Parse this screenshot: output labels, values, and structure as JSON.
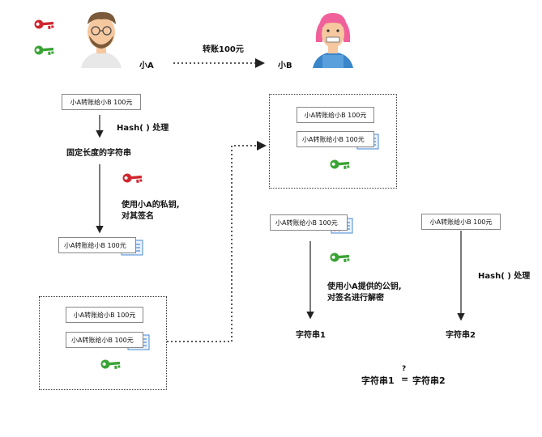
{
  "top": {
    "transfer_label": "转账100元",
    "person_a_label": "小A",
    "person_b_label": "小B"
  },
  "message": "小A转账给小B 100元",
  "signed_message": "小A转账给小B 100元",
  "left_flow": {
    "hash_label": "Hash( ) 处理",
    "fixed_string_label": "固定长度的字符串",
    "sign_line1": "使用小A的私钥,",
    "sign_line2": "对其签名"
  },
  "middle_flow": {
    "decrypt_line1": "使用小A提供的公钥,",
    "decrypt_line2": "对签名进行解密",
    "result_label": "字符串1"
  },
  "right_flow": {
    "hash_label": "Hash( ) 处理",
    "result_label": "字符串2"
  },
  "comparison": {
    "left": "字符串1",
    "operator": "=",
    "question": "?",
    "right": "字符串2"
  },
  "colors": {
    "private_key": "#d0262e",
    "public_key": "#3aa335",
    "arrow": "#222222",
    "skin": "#f5c8a0",
    "hair_a": "#7a5a3a",
    "hair_b": "#f0609a"
  }
}
